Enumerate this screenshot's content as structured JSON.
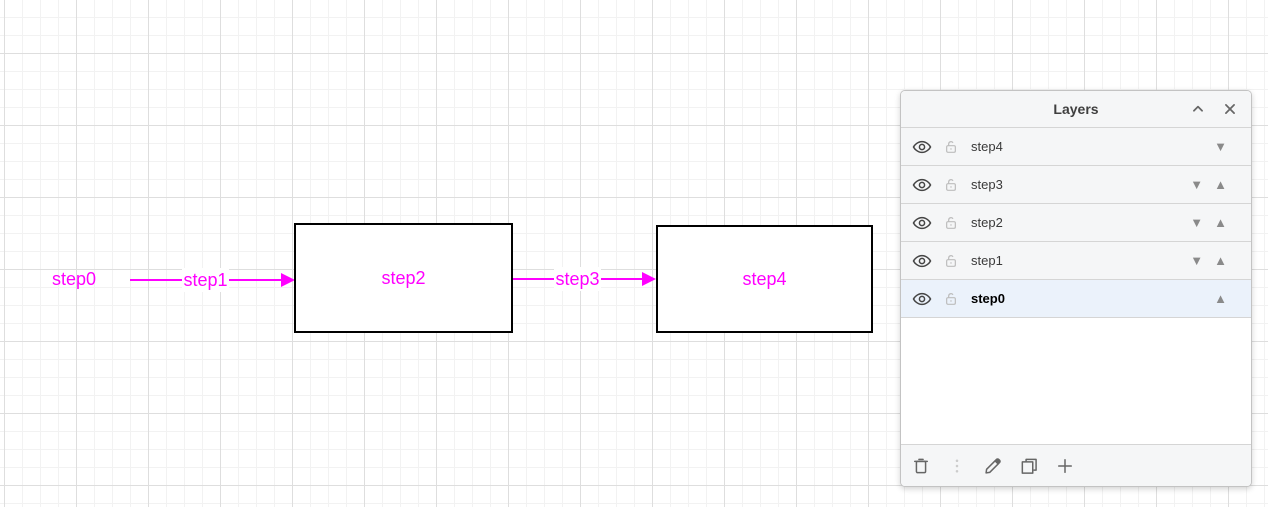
{
  "colors": {
    "accent": "#ff00ff",
    "node_border": "#000000",
    "selected_row_bg": "#ebf2fb",
    "panel_chrome_bg": "#f5f6f7"
  },
  "canvas": {
    "nodes": [
      {
        "label": "step0",
        "type": "text"
      },
      {
        "label": "step2",
        "type": "box"
      },
      {
        "label": "step4",
        "type": "box"
      }
    ],
    "edges": [
      {
        "label": "step1"
      },
      {
        "label": "step3"
      }
    ]
  },
  "layers_panel": {
    "title": "Layers",
    "rows": [
      {
        "name": "step4",
        "visible": true,
        "locked": false,
        "selected": false,
        "move_arrows": [
          "down"
        ]
      },
      {
        "name": "step3",
        "visible": true,
        "locked": false,
        "selected": false,
        "move_arrows": [
          "down",
          "up"
        ]
      },
      {
        "name": "step2",
        "visible": true,
        "locked": false,
        "selected": false,
        "move_arrows": [
          "down",
          "up"
        ]
      },
      {
        "name": "step1",
        "visible": true,
        "locked": false,
        "selected": false,
        "move_arrows": [
          "down",
          "up"
        ]
      },
      {
        "name": "step0",
        "visible": true,
        "locked": false,
        "selected": true,
        "move_arrows": [
          "up"
        ]
      }
    ],
    "glyphs": {
      "down": "▼",
      "up": "▲"
    },
    "footer_actions": [
      "delete-layer",
      "more-options",
      "edit-layer",
      "duplicate-layer",
      "add-layer"
    ]
  }
}
